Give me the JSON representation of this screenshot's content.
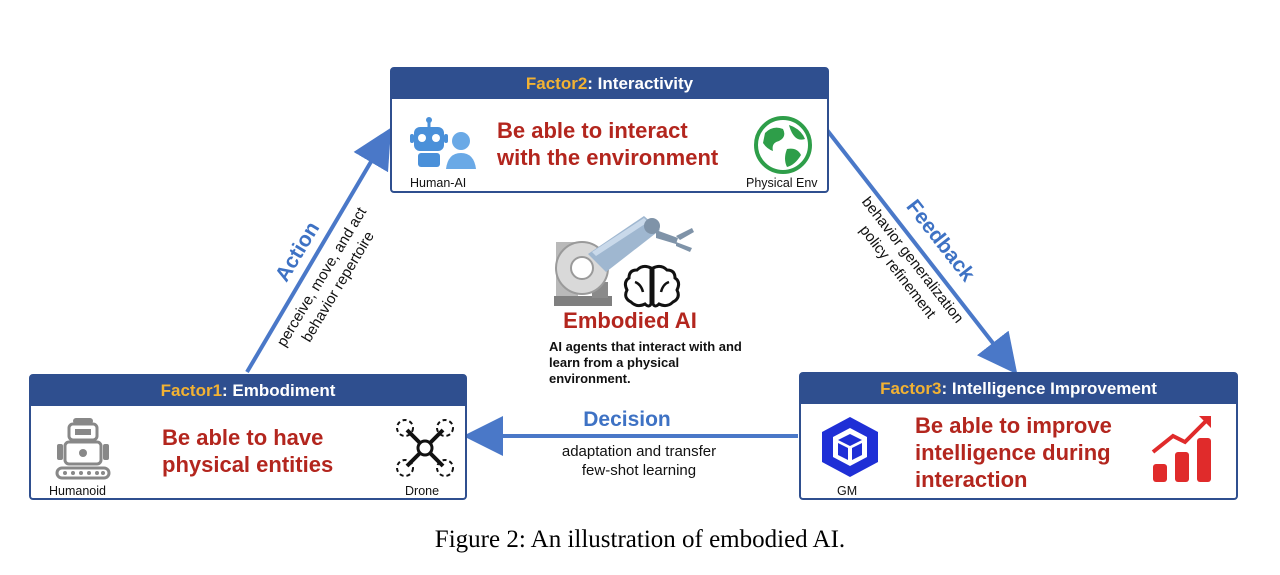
{
  "factors": {
    "interactivity": {
      "prefix": "Factor2",
      "suffix": ": Interactivity",
      "main_line1": "Be able to interact",
      "main_line2": "with the environment",
      "left_icon_label": "Human-AI",
      "right_icon_label": "Physical Env"
    },
    "embodiment": {
      "prefix": "Factor1",
      "suffix": ": Embodiment",
      "main_line1": "Be able to have",
      "main_line2": "physical entities",
      "left_icon_label": "Humanoid",
      "right_icon_label": "Drone"
    },
    "intelligence": {
      "prefix": "Factor3",
      "suffix": ": Intelligence Improvement",
      "main_line1": "Be able to improve",
      "main_line2": "intelligence during",
      "main_line3": "interaction",
      "left_icon_label": "GM"
    }
  },
  "center": {
    "title": "Embodied AI",
    "description": "AI agents that interact with and learn from a physical environment."
  },
  "arrows": {
    "action": {
      "label": "Action",
      "line1": "perceive, move, and act",
      "line2": "behavior repertoire"
    },
    "feedback": {
      "label": "Feedback",
      "line1": "behavior generalization",
      "line2": "policy refinement"
    },
    "decision": {
      "label": "Decision",
      "line1": "adaptation and transfer",
      "line2": "few-shot learning"
    }
  },
  "caption": "Figure 2: An illustration of embodied AI.",
  "colors": {
    "box_header": "#2f4f8f",
    "factor_highlight": "#f2b233",
    "main_text": "#b3261e",
    "arrow": "#4a78c8"
  }
}
